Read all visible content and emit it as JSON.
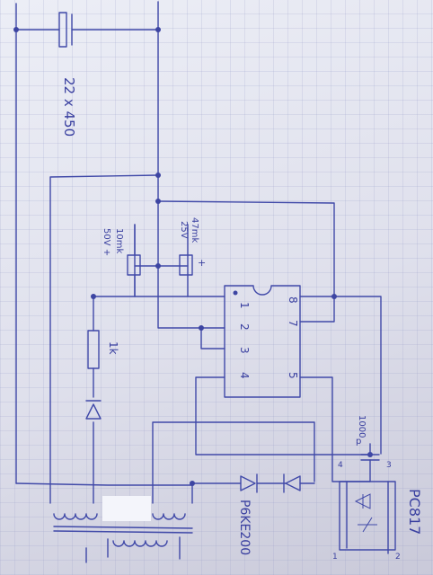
{
  "colors": {
    "ink": "#4049a8",
    "paper": "#e6e7f0"
  },
  "labels": {
    "cap_main": "22 x 450",
    "cap_47": "47mk",
    "cap_47_v": "25V",
    "cap_10": "10mk",
    "cap_10_v": "50V +",
    "cap_plus": "+",
    "resistor": "1k",
    "cap_1000": "1000",
    "cap_1000_p": "p",
    "tvs": "P6KE200",
    "opto": "PC817"
  },
  "ic_pins": [
    "1",
    "2",
    "3",
    "4",
    "5",
    "7",
    "8"
  ],
  "opto_pins": [
    "1",
    "2",
    "3",
    "4"
  ]
}
